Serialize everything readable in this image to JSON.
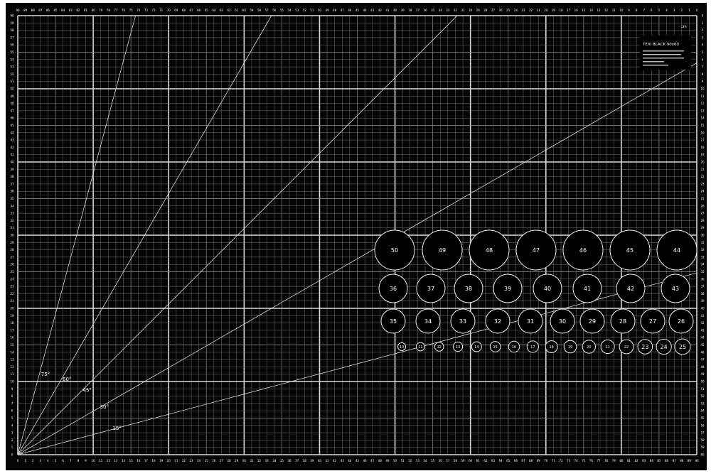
{
  "mat": {
    "width_cm": 90,
    "height_cm": 60,
    "colors": {
      "background": "#050505",
      "grid": "#8a8a8a",
      "major": "#d8d8d8",
      "text": "#ffffff"
    }
  },
  "label": {
    "title": "TEXI BLACK 90x60",
    "corner_tag": "cm"
  },
  "angles": [
    {
      "deg": 75,
      "text": "75°"
    },
    {
      "deg": 60,
      "text": "60°"
    },
    {
      "deg": 45,
      "text": "45°"
    },
    {
      "deg": 30,
      "text": "30°"
    },
    {
      "deg": 15,
      "text": "15°"
    }
  ],
  "circle_rows": [
    [
      "50",
      "49",
      "48",
      "47",
      "46",
      "45",
      "44"
    ],
    [
      "36",
      "37",
      "38",
      "39",
      "40",
      "41",
      "42",
      "43"
    ],
    [
      "35",
      "34",
      "33",
      "32",
      "31",
      "30",
      "29",
      "28",
      "27",
      "26"
    ],
    [
      "10",
      "11",
      "12",
      "13",
      "14",
      "15",
      "16",
      "17",
      "18",
      "19",
      "20",
      "21",
      "22",
      "23",
      "24",
      "25"
    ]
  ]
}
